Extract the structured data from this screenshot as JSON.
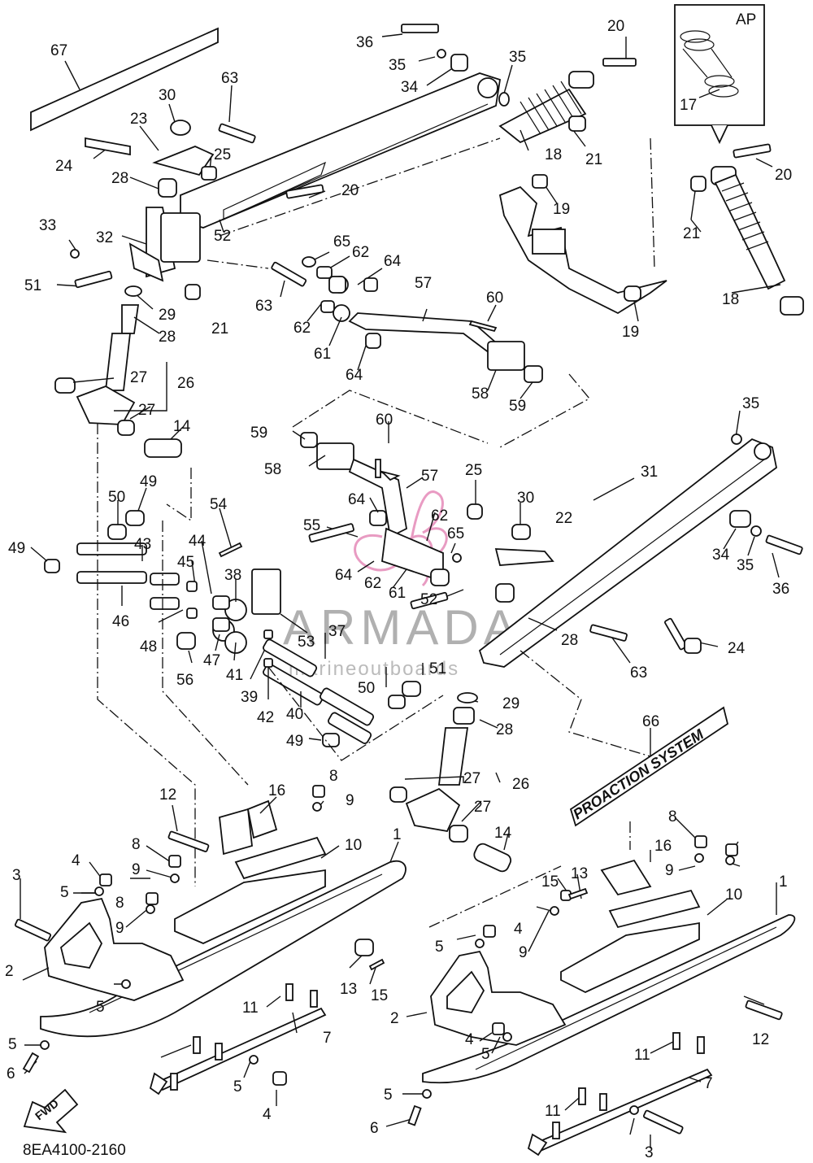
{
  "diagram": {
    "inset_label": "AP",
    "footer_code": "8EA4100-2160",
    "fwd_badge": "FWD",
    "decal_text": "PROACTION SYSTEM",
    "watermark": {
      "brand": "ARMADA",
      "tagline": "marineoutboards",
      "logo_color": "#e58ab8"
    },
    "callouts": [
      "67",
      "36",
      "35",
      "34",
      "35",
      "20",
      "63",
      "30",
      "23",
      "24",
      "25",
      "28",
      "20",
      "18",
      "21",
      "33",
      "32",
      "52",
      "17",
      "20",
      "21",
      "51",
      "29",
      "28",
      "65",
      "62",
      "64",
      "63",
      "62",
      "61",
      "64",
      "57",
      "60",
      "19",
      "18",
      "19",
      "21",
      "27",
      "26",
      "27",
      "58",
      "59",
      "14",
      "59",
      "60",
      "58",
      "57",
      "35",
      "31",
      "50",
      "49",
      "54",
      "64",
      "62",
      "25",
      "30",
      "22",
      "55",
      "65",
      "34",
      "35",
      "36",
      "49",
      "43",
      "44",
      "45",
      "38",
      "64",
      "62",
      "61",
      "52",
      "46",
      "28",
      "63",
      "24",
      "37",
      "53",
      "48",
      "47",
      "41",
      "39",
      "42",
      "40",
      "49",
      "50",
      "51",
      "29",
      "28",
      "56",
      "26",
      "27",
      "27",
      "66",
      "12",
      "16",
      "8",
      "9",
      "10",
      "1",
      "14",
      "8",
      "9",
      "8",
      "4",
      "13",
      "15",
      "16",
      "10",
      "3",
      "5",
      "9",
      "8",
      "9",
      "4",
      "1",
      "5",
      "9",
      "2",
      "13",
      "15",
      "5",
      "11",
      "7",
      "12",
      "2",
      "4",
      "5",
      "11",
      "5",
      "7",
      "6",
      "5",
      "4",
      "5",
      "11",
      "6",
      "3"
    ]
  }
}
